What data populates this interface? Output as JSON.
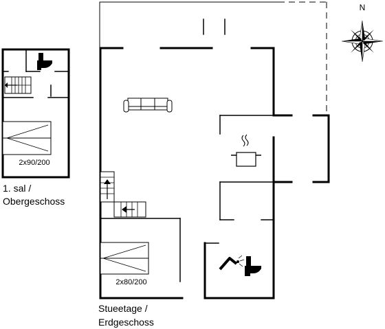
{
  "compass": {
    "north_label": "N",
    "icon": "compass-rose-icon"
  },
  "upper_floor": {
    "label_line1": "1. sal /",
    "label_line2": "Obergeschoss",
    "bed_label": "2x90/200",
    "icons": [
      "toilet-icon",
      "stairs-icon",
      "bed-icon"
    ]
  },
  "ground_floor": {
    "label_line1": "Stueetage /",
    "label_line2": "Erdgeschoss",
    "bed_label": "2x80/200",
    "icons": [
      "sofa-icon",
      "cooking-pot-icon",
      "stairs-icon",
      "shower-icon",
      "toilet-icon",
      "bed-icon"
    ]
  }
}
